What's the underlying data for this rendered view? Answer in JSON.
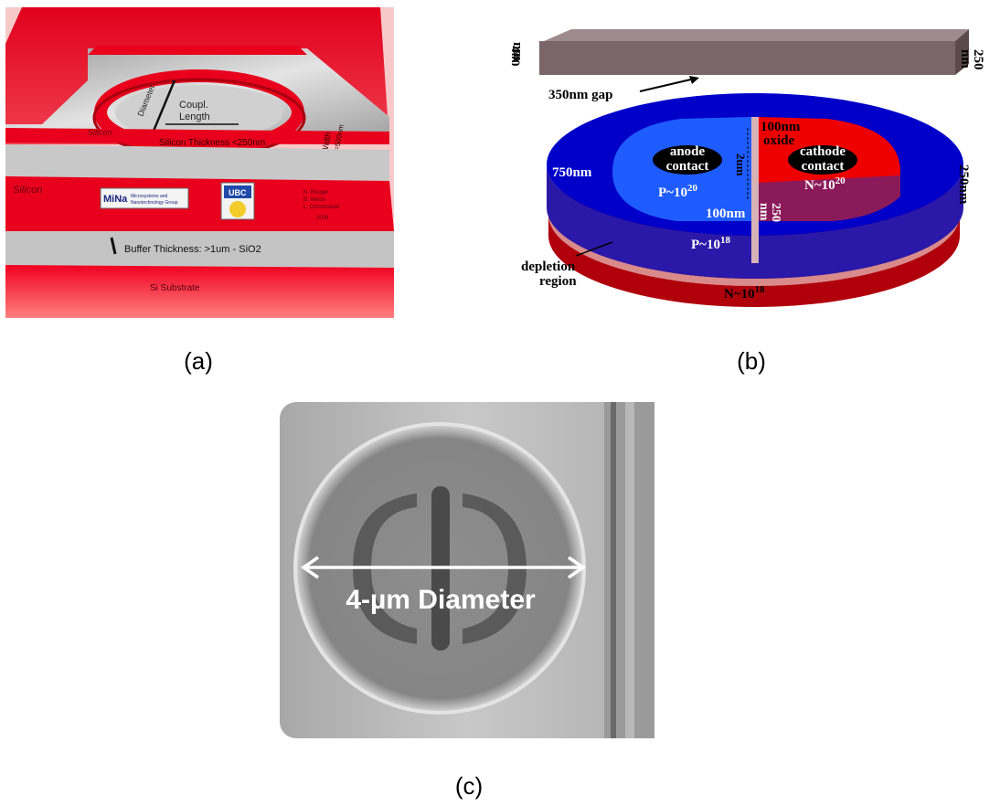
{
  "figure": {
    "panel_a": {
      "caption": "(a)",
      "labels": {
        "diameter": "Diameter",
        "coupl": "Coupl.",
        "length": "Length",
        "width": "Width",
        "width_val": "<=500nm",
        "silicon_top": "Silicon",
        "silicon_left": "Silicon",
        "silicon_thickness": "Silicon Thickness <250nm",
        "buffer": "Buffer Thickness: >1um - SiO2",
        "substrate": "Si Substrate",
        "mina_logo": "MiNa",
        "mina_text1": "Microsystems and",
        "mina_text2": "Nanotechnology Group",
        "ubc_logo": "UBC",
        "author1": "N. Rouger",
        "author2": "B. Welch",
        "author3": "L. Chrostowski",
        "year": "2009"
      },
      "colors": {
        "red": "#e8001c",
        "silver": "#c9c9c9",
        "dark_red": "#a80010"
      }
    },
    "panel_b": {
      "caption": "(b)",
      "labels": {
        "top_400": "400",
        "top_nm": "nm",
        "right_250": "250",
        "right_nm": "nm",
        "gap": "350nm gap",
        "oxide_100": "100nm",
        "oxide_word": "oxide",
        "two_um": "2um",
        "anode1": "anode",
        "anode2": "contact",
        "cathode1": "cathode",
        "cathode2": "contact",
        "p_1020": "P~10",
        "p_1020_exp": "20",
        "n_1020": "N~10",
        "n_1020_exp": "20",
        "w750": "750nm",
        "h250_right": "250nm",
        "h100": "100nm",
        "v250": "250",
        "v250nm": "nm",
        "p_1018": "P~10",
        "p_1018_exp": "18",
        "depletion1": "depletion",
        "depletion2": "region",
        "n_1018": "N~10",
        "n_1018_exp": "18"
      },
      "colors": {
        "blue": "#0000d0",
        "light_blue": "#1a5cff",
        "red": "#ee0000",
        "bar": "#7a6668",
        "bottom_red": "#b0000c",
        "depletion": "#d98a8a"
      }
    },
    "panel_c": {
      "caption": "(c)",
      "labels": {
        "diameter": "4-µm Diameter"
      },
      "colors": {
        "bg": "#bdbdbd",
        "disk": "#8a8a8a"
      }
    }
  }
}
